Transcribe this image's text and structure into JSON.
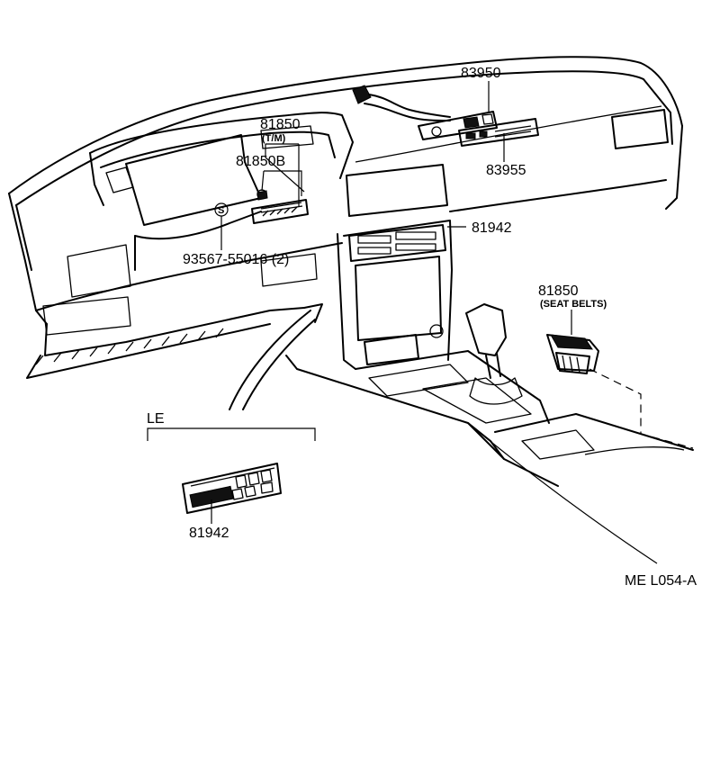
{
  "diagram": {
    "callouts": {
      "part_83950": "83950",
      "part_81850_top": "81850",
      "part_81850_top_note": "(T/M)",
      "part_81850B": "81850B",
      "part_83955": "83955",
      "part_81942_main": "81942",
      "bolt_code": "S",
      "part_93567": "93567-55016 (2)",
      "part_81850_seat": "81850",
      "part_81850_seat_note": "(SEAT BELTS)",
      "variant_label": "LE",
      "part_81942_le": "81942",
      "figure_code": "ME L054-A"
    }
  }
}
